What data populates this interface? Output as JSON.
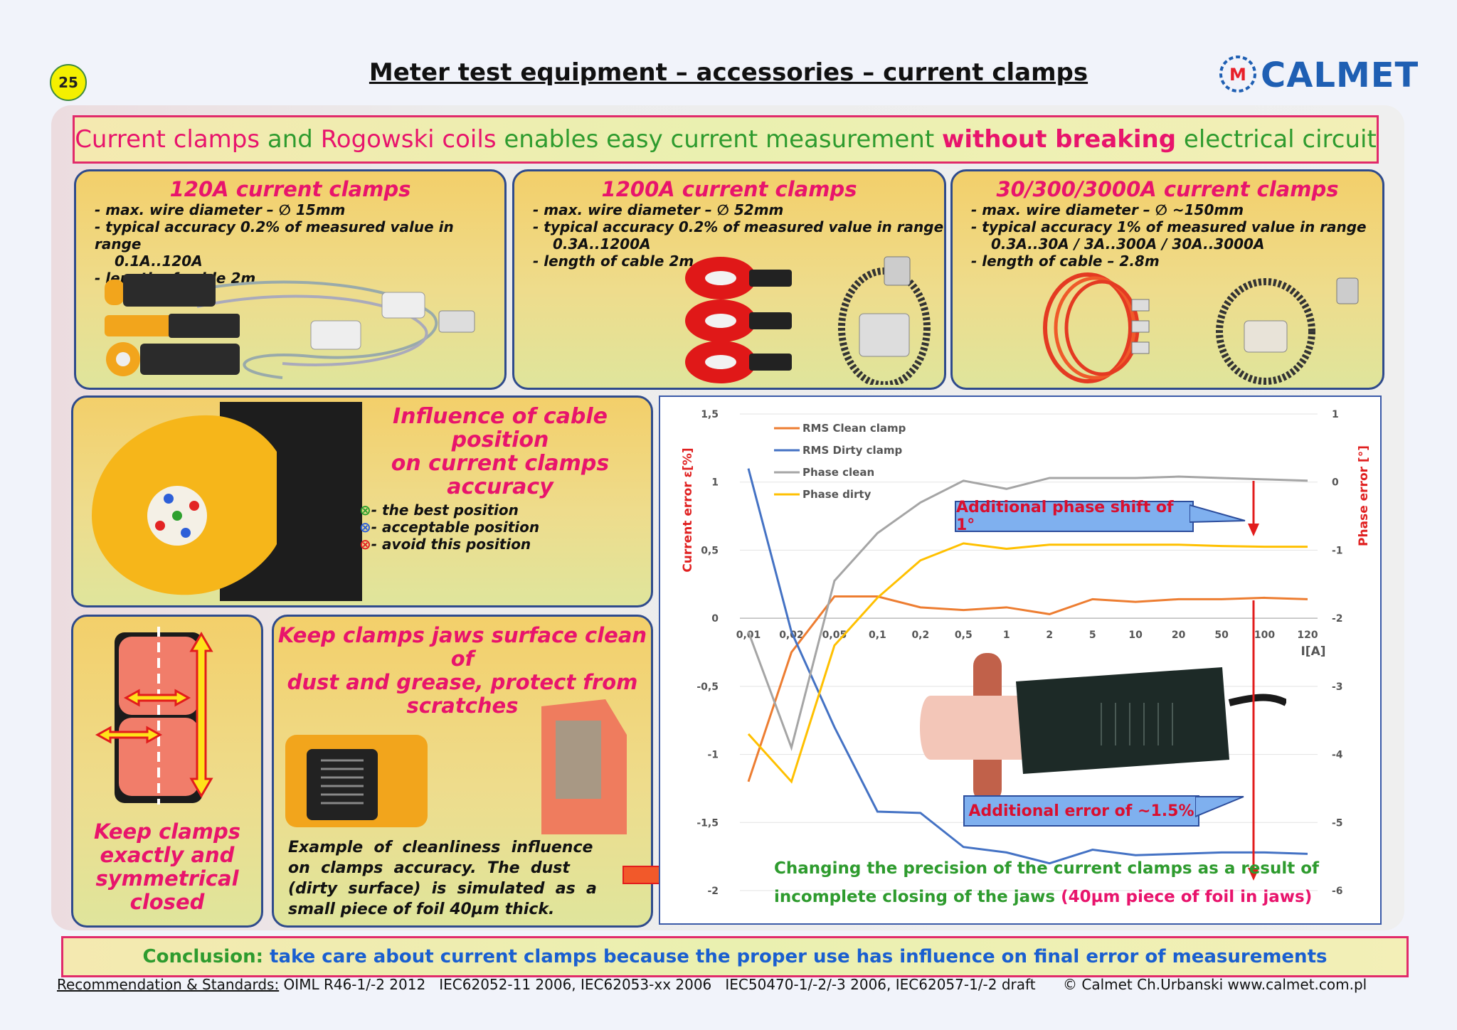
{
  "page_number": "25",
  "title": "Meter test equipment – accessories – current clamps",
  "logo_text": "CALMET",
  "headline": {
    "p1": "Current clamps",
    "p2": " and ",
    "p3": "Rogowski coils",
    "p4": " enables easy current measurement ",
    "p5": "without breaking",
    "p6": " electrical circuit"
  },
  "clamps": [
    {
      "title": "120A current clamps",
      "line1": "- max. wire diameter – ∅ 15mm",
      "line2": "- typical accuracy 0.2% of measured value in range",
      "line3": "0.1A..120A",
      "line4": "- length of cable 2m"
    },
    {
      "title": "1200A current clamps",
      "line1": "- max. wire diameter – ∅ 52mm",
      "line2": "- typical accuracy 0.2% of measured value in range",
      "line3": "0.3A..1200A",
      "line4": "- length of cable 2m"
    },
    {
      "title": "30/300/3000A current clamps",
      "line1": "- max. wire diameter – ∅ ~150mm",
      "line2": "- typical accuracy 1% of measured value in range",
      "line3": "0.3A..30A / 3A..300A / 30A..3000A",
      "line4": "- length of cable – 2.8m"
    }
  ],
  "influence": {
    "title1": "Influence of cable position",
    "title2": "on current clamps",
    "title3": "accuracy",
    "best": "- the best position",
    "acceptable": "- acceptable position",
    "avoid": "- avoid this position"
  },
  "keep_closed": {
    "l1": "Keep clamps",
    "l2": "exactly and",
    "l3": "symmetrical",
    "l4": "closed"
  },
  "keep_clean": {
    "t1": "Keep clamps jaws surface clean of",
    "t2": "dust and grease, protect from",
    "t3": "scratches",
    "e1": "Example  of  cleanliness  influence",
    "e2": "on  clamps  accuracy.  The  dust",
    "e3": "(dirty  surface)  is  simulated  as  a",
    "e4": "small piece of foil 40µm thick."
  },
  "chart_data": {
    "type": "line",
    "ylabel": "Current error ε[%]",
    "y2label": "Phase error [°]",
    "xlabel": "I[A]",
    "categories": [
      "0,01",
      "0,02",
      "0,05",
      "0,1",
      "0,2",
      "0,5",
      "1",
      "2",
      "5",
      "10",
      "20",
      "50",
      "100",
      "120"
    ],
    "y_ticks": [
      "1,5",
      "1",
      "0,5",
      "0",
      "-0,5",
      "-1",
      "-1,5",
      "-2"
    ],
    "y2_ticks": [
      "1",
      "0",
      "-1",
      "-2",
      "-3",
      "-4",
      "-5",
      "-6"
    ],
    "ylim": [
      -2,
      1.5
    ],
    "y2lim": [
      -6,
      1
    ],
    "series": [
      {
        "name": "RMS Clean clamp",
        "axis": "left",
        "color": "#ed7d31",
        "values": [
          -1.2,
          -0.25,
          0.16,
          0.16,
          0.08,
          0.06,
          0.08,
          0.03,
          0.14,
          0.12,
          0.14,
          0.14,
          0.15,
          0.14
        ]
      },
      {
        "name": "RMS Dirty clamp",
        "axis": "left",
        "color": "#4472c4",
        "values": [
          1.1,
          -0.1,
          -0.8,
          -1.42,
          -1.43,
          -1.68,
          -1.72,
          -1.8,
          -1.7,
          -1.74,
          -1.73,
          -1.72,
          -1.72,
          -1.73
        ]
      },
      {
        "name": "Phase clean",
        "axis": "right",
        "color": "#a5a5a5",
        "values": [
          -2.2,
          -3.9,
          -1.45,
          -0.75,
          -0.3,
          0.02,
          -0.1,
          0.06,
          0.06,
          0.06,
          0.08,
          0.06,
          0.04,
          0.02
        ]
      },
      {
        "name": "Phase dirty",
        "axis": "right",
        "color": "#ffc000",
        "values": [
          -3.7,
          -4.4,
          -2.4,
          -1.7,
          -1.15,
          -0.9,
          -0.98,
          -0.92,
          -0.92,
          -0.92,
          -0.92,
          -0.94,
          -0.95,
          -0.95
        ]
      }
    ],
    "callout_phase": "Additional phase shift of 1°",
    "callout_error": "Additional error of ~1.5%",
    "caption1": "Changing the precision of the current clamps as a result of",
    "caption2a": "incomplete closing of the jaws ",
    "caption2b": "(40µm piece of foil in jaws)"
  },
  "conclusion": {
    "label": "Conclusion:",
    "text": " take care about current clamps because the proper use has influence on final error of measurements"
  },
  "footer": {
    "label": "Recommendation & Standards:",
    "standards": " OIML R46-1/-2 2012   IEC62052-11 2006, IEC62053-xx 2006   IEC50470-1/-2/-3 2006, IEC62057-1/-2 draft",
    "copyright": "© Calmet Ch.Urbanski   www.calmet.com.pl"
  },
  "colors": {
    "accent_pink": "#e8146c",
    "accent_green": "#2e9b2e",
    "accent_blue": "#1a5fd0",
    "frame_blue": "#2f4b8c"
  }
}
